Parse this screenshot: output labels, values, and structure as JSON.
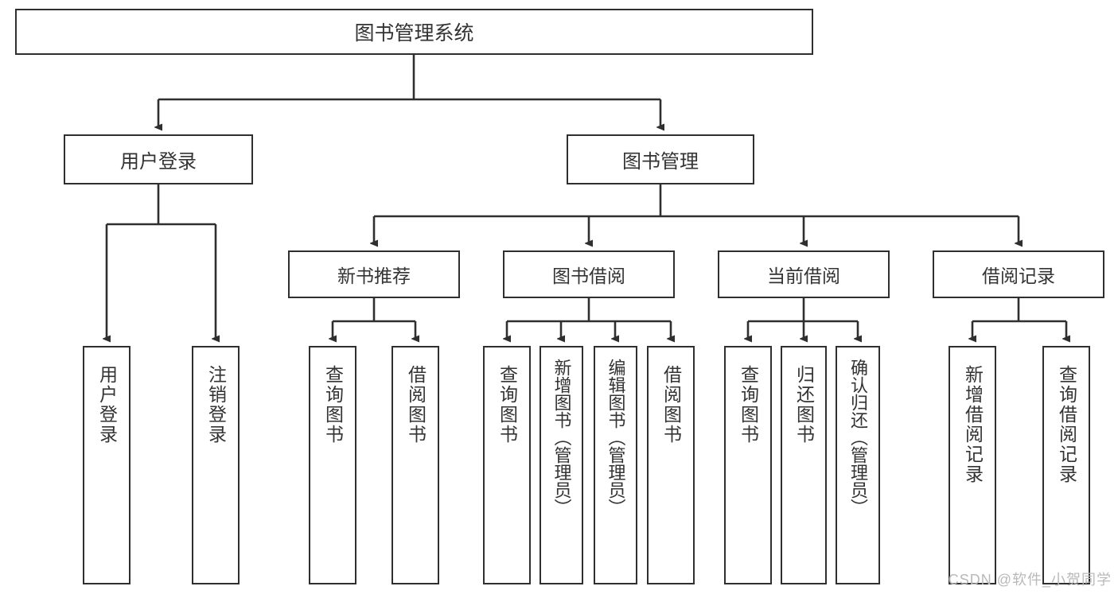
{
  "diagram": {
    "title": "图书管理系统",
    "type": "tree-hierarchy",
    "colors": {
      "stroke": "#2f2f2f",
      "fill": "#ffffff",
      "text": "#333333",
      "watermark": "#b9b9b9"
    },
    "root": {
      "label": "图书管理系统"
    },
    "level2": [
      {
        "label": "用户登录"
      },
      {
        "label": "图书管理"
      }
    ],
    "level3": [
      {
        "label": "新书推荐"
      },
      {
        "label": "图书借阅"
      },
      {
        "label": "当前借阅"
      },
      {
        "label": "借阅记录"
      }
    ],
    "leaves": [
      {
        "label": "用户登录",
        "parent": "用户登录"
      },
      {
        "label": "注销登录",
        "parent": "用户登录"
      },
      {
        "label": "查询图书",
        "parent": "新书推荐"
      },
      {
        "label": "借阅图书",
        "parent": "新书推荐"
      },
      {
        "label": "查询图书",
        "parent": "图书借阅"
      },
      {
        "label": "新增图书（管理员）",
        "parent": "图书借阅"
      },
      {
        "label": "编辑图书（管理员）",
        "parent": "图书借阅"
      },
      {
        "label": "借阅图书",
        "parent": "图书借阅"
      },
      {
        "label": "查询图书",
        "parent": "当前借阅"
      },
      {
        "label": "归还图书",
        "parent": "当前借阅"
      },
      {
        "label": "确认归还（管理员）",
        "parent": "当前借阅"
      },
      {
        "label": "新增借阅记录",
        "parent": "借阅记录"
      },
      {
        "label": "查询借阅记录",
        "parent": "借阅记录"
      }
    ]
  },
  "watermark": {
    "text": "CSDN @软件_小贺同学"
  }
}
